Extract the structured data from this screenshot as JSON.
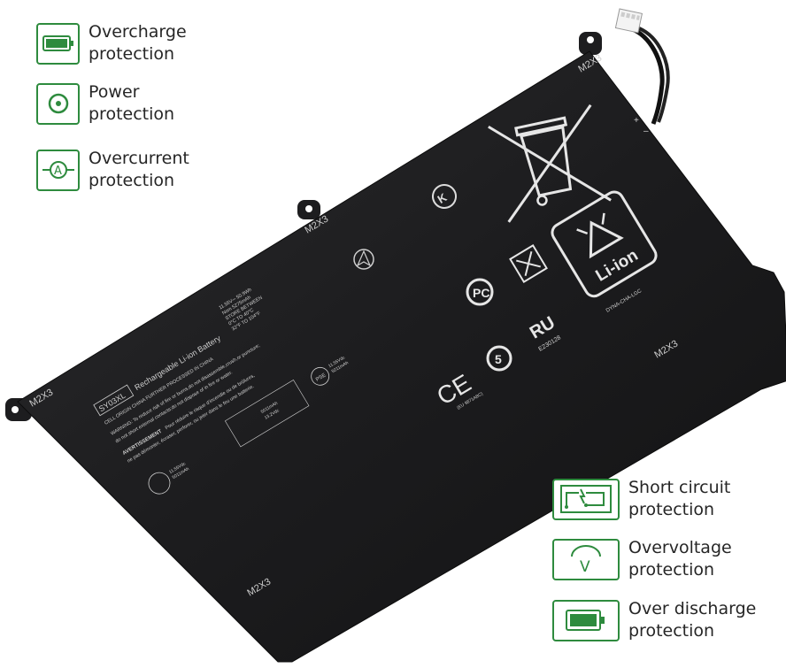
{
  "features_left": [
    {
      "icon": "battery-full-icon",
      "label": "Overcharge\nprotection"
    },
    {
      "icon": "power-icon",
      "label": "Power\nprotection"
    },
    {
      "icon": "ammeter-icon",
      "label": "Overcurrent\nprotection"
    }
  ],
  "features_right": [
    {
      "icon": "circuit-board-icon",
      "label": "Short circuit\nprotection"
    },
    {
      "icon": "voltmeter-icon",
      "label": "Overvoltage\nprotection"
    },
    {
      "icon": "battery-low-icon",
      "label": "Over discharge\nprotection"
    }
  ],
  "battery": {
    "screw_label": "M2X3",
    "model": "SY03XL",
    "type_label": "Rechargeable Li-ion Battery",
    "origin": "CELL ORIGIN CHINA FURTHER PROCESSED IN CHINA",
    "specs": [
      "11.55V⎓ 50.9Wh",
      "Nom 5275mAh",
      "STORE BETWEEN",
      "0°C TO 40°C",
      "32°F TO 104°F"
    ],
    "warning": "WARNING: To reduce risk of fire or burns,do not disassemble,crush,or puncture;",
    "warning2": "do not short external contacts;do not dispose of in fire or water.",
    "avert_title": "AVERTISSEMENT",
    "avert": "Pour réduire le risque d'incendie ou de brûlures,",
    "avert2": "ne pas démonter, écraser, perforer, ou jeter dans le feu une batterie.",
    "pse_values": [
      "11.55Vdc",
      "5011mAh"
    ],
    "box_values": [
      "5011mAh",
      "13.2Vdc"
    ],
    "badge_values": [
      "11.55Vdc",
      "5011mAh"
    ],
    "li_ion": "Li-ion",
    "dyna": "DYNA-CHA-LGC",
    "ul_code": "E230128",
    "ce_code": "(EU 9871ABC)",
    "plus": "+",
    "minus": "–"
  }
}
